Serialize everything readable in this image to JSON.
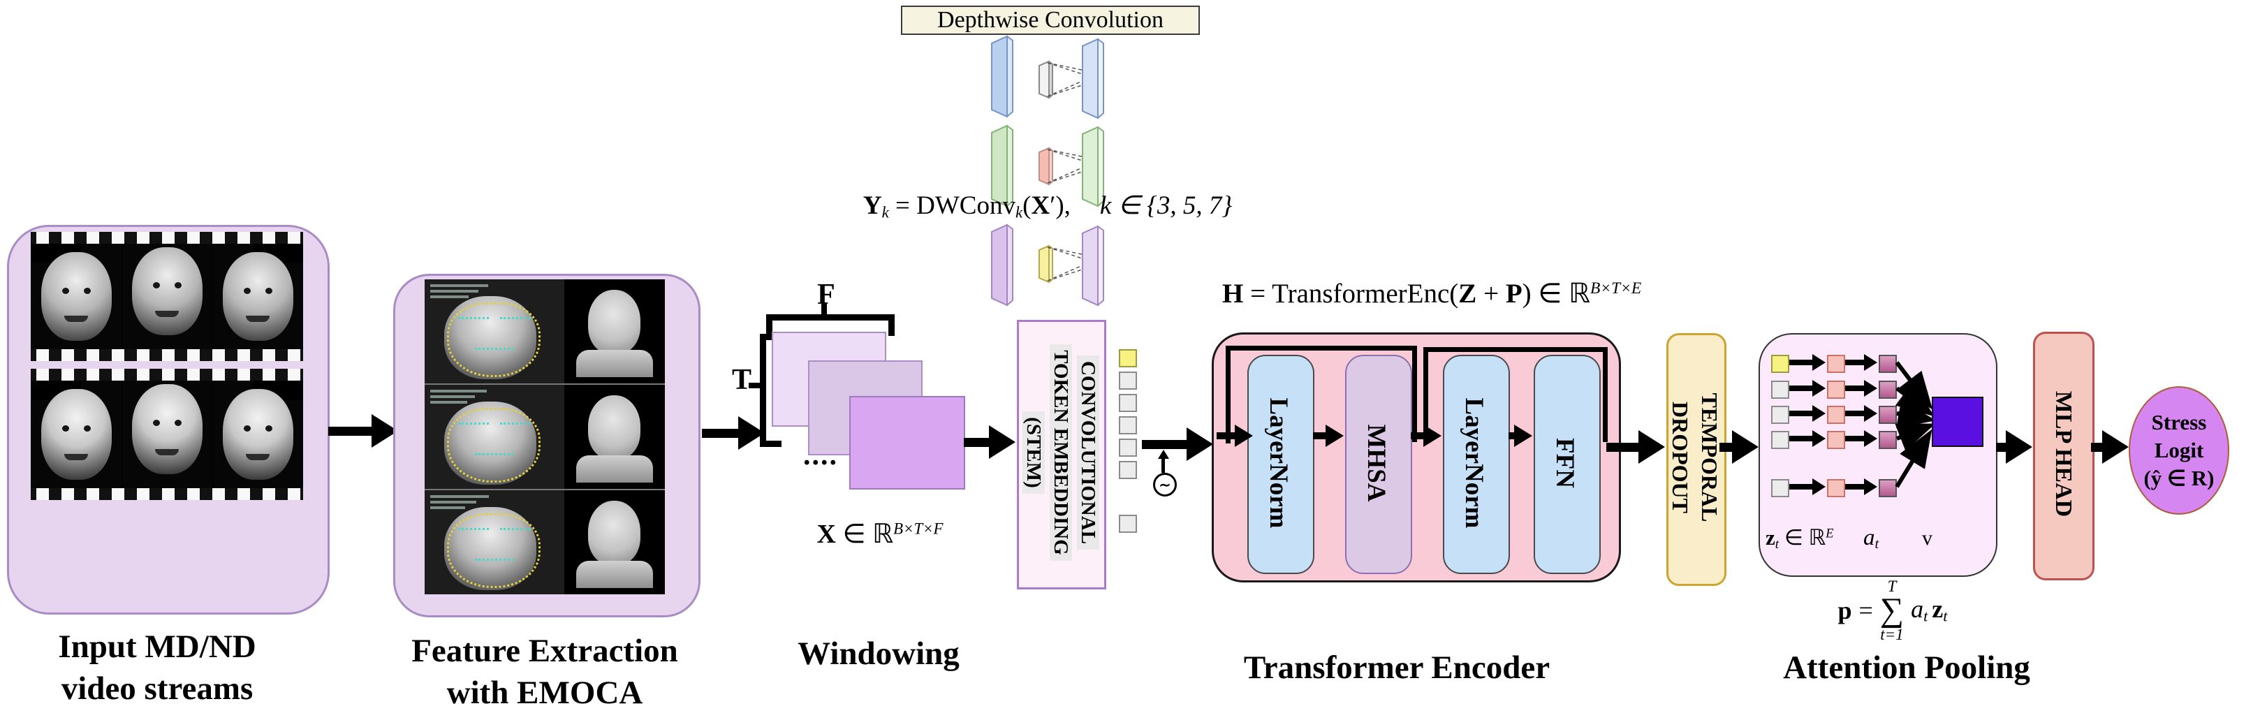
{
  "input_stage": {
    "line1": "Input MD/ND",
    "line2": "video streams"
  },
  "emoca_stage": {
    "line1": "Feature Extraction",
    "line2": "with EMOCA"
  },
  "windowing": {
    "f": "F",
    "t": "T",
    "dots": "....",
    "label": "Windowing",
    "formula": {
      "x": "X",
      "mid": " ∈ ℝ",
      "sup": "B×T×F"
    }
  },
  "depthwise": {
    "title": "Depthwise Convolution",
    "formula": {
      "y": "Y",
      "ysub": "k",
      "mid": " = DWConv",
      "ksub": "k",
      "open": "(",
      "x": "X",
      "close": "′),",
      "cond": "k ∈ {3, 5, 7}"
    }
  },
  "stem": {
    "line1": "CONVOLUTIONAL",
    "line2": "TOKEN EMBEDDING",
    "line3": "(STEM)"
  },
  "pos_encoding": {
    "symbol": "∼"
  },
  "transformer": {
    "label": "Transformer Encoder",
    "blocks": [
      "LayerNorm",
      "MHSA",
      "LayerNorm",
      "FFN"
    ],
    "formula": {
      "h": "H",
      "mid": " = TransformerEnc(",
      "z": "Z",
      "plus": " + ",
      "p": "P",
      "close": ") ∈ ℝ",
      "sup": "B×T×E"
    }
  },
  "dropout": {
    "line1": "TEMPORAL",
    "line2": "DROPOUT"
  },
  "attention": {
    "label": "Attention Pooling",
    "z_text": {
      "z": "z",
      "sub": "t",
      "mid": " ∈ ℝ",
      "sup": "E"
    },
    "a_text": {
      "a": "a",
      "sub": "t"
    },
    "v_text": "v",
    "pool": {
      "p": "p",
      "eq": "=",
      "top": "T",
      "sigma": "∑",
      "bottom": "t=1",
      "a": "a",
      "asub": "t",
      "z": "z",
      "zsub": "t"
    }
  },
  "mlp": {
    "label": "MLP HEAD"
  },
  "output_stage": {
    "line1": "Stress",
    "line2": "Logit",
    "line3": "(ŷ ∈ R)"
  },
  "colors": {
    "panel_purple": "#e7d5f0",
    "panel_border": "#a98cc4",
    "transformer_pink": "#f9cbd7",
    "layernorm_blue": "#c6e0f8",
    "mhsa_mauve": "#dcc9e6",
    "dropout_cream": "#faeeca",
    "attention_pink": "#fce9fc",
    "mlp_salmon": "#f5c8c0",
    "stress_orchid": "#d686f0",
    "stem_pink": "#fdf0f8",
    "pool_vector_purple": "#5b10e2",
    "token_yellow": "#f8f283",
    "token_gray": "#ececec",
    "attn_salmon": "#f6c3bc",
    "attn_mauve": "#bc6494",
    "window_sq1": "#eeddf6",
    "window_sq2": "#dac7e7",
    "window_sq3": "#d9a7f2",
    "dw_blue": "#b9d0ee",
    "dw_green": "#cfe7c4",
    "dw_purple": "#d9c3ec",
    "dw_kernel_gray": "#f2f2f2",
    "dw_kernel_red": "#f6bcb4",
    "dw_kernel_yellow": "#f6f0a0",
    "depthwise_title_bg": "#f6f3e1"
  }
}
